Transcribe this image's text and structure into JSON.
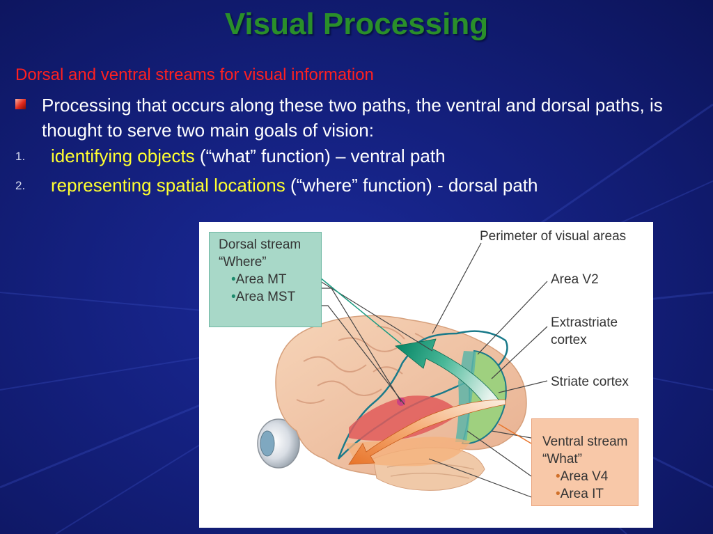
{
  "slide": {
    "title": "Visual Processing",
    "subtitle": "Dorsal and ventral streams for visual information",
    "bullet": "Processing that occurs along these two paths, the ventral and dorsal paths, is thought to serve two main goals of vision:",
    "items": [
      {
        "number": "1.",
        "highlight": "identifying objects",
        "rest": " (“what” function) – ventral path"
      },
      {
        "number": "2.",
        "highlight": "representing spatial locations",
        "rest": " (“where” function) - dorsal path"
      }
    ],
    "colors": {
      "title": "#2a8f2a",
      "subtitle": "#ff2020",
      "highlight": "#ffff30",
      "background": "#14207e"
    }
  },
  "figure": {
    "dorsal": {
      "title": "Dorsal stream",
      "quote": "“Where”",
      "areas": [
        "Area MT",
        "Area MST"
      ]
    },
    "ventral": {
      "title": "Ventral stream",
      "quote": "“What”",
      "areas": [
        "Area V4",
        "Area IT"
      ]
    },
    "labels": {
      "perimeter": "Perimeter of visual areas",
      "v2": "Area V2",
      "extrastriate_1": "Extrastriate",
      "extrastriate_2": "cortex",
      "striate": "Striate cortex"
    },
    "bullet_char": "•"
  }
}
